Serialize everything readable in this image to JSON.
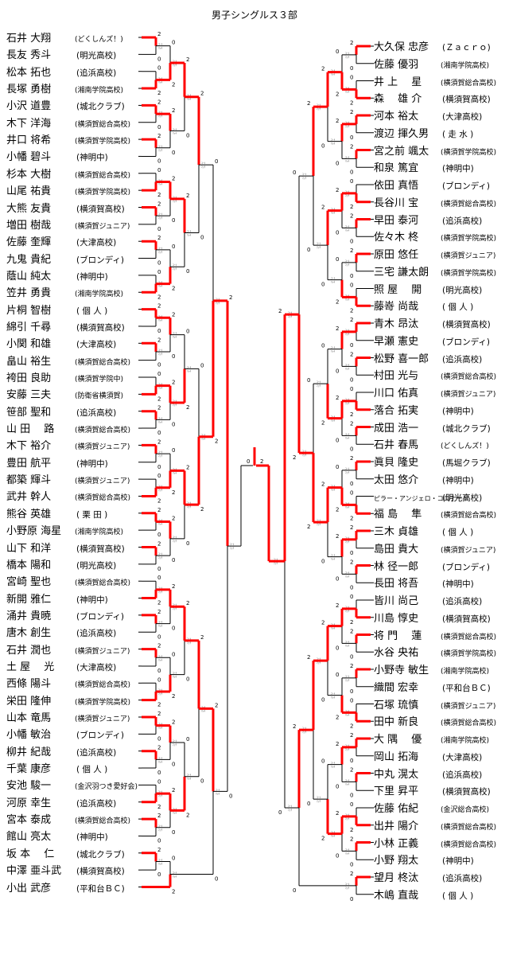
{
  "title": "男子シングルス３部",
  "colors": {
    "winner_line": "#ff0000",
    "loser_line": "#000000"
  },
  "left_players": [
    {
      "name": "石井 大翔",
      "club": "(どくしんズ！)"
    },
    {
      "name": "長友 秀斗",
      "club": "(明光高校)"
    },
    {
      "name": "松本 拓也",
      "club": "(追浜高校)"
    },
    {
      "name": "長塚 勇樹",
      "club": "(湘南学院高校)"
    },
    {
      "name": "小沢 道豊",
      "club": "(城北クラブ)"
    },
    {
      "name": "木下 洋海",
      "club": "(横須賀総合高校)"
    },
    {
      "name": "井口 将希",
      "club": "(横須賀学院高校)"
    },
    {
      "name": "小幡 碧斗",
      "club": "(神明中)"
    },
    {
      "name": "杉本 大樹",
      "club": "(横須賀総合高校)"
    },
    {
      "name": "山尾 祐貴",
      "club": "(横須賀学院高校)"
    },
    {
      "name": "大熊 友貴",
      "club": "(横須賀高校)"
    },
    {
      "name": "増田 樹哉",
      "club": "(横須賀ジュニア)"
    },
    {
      "name": "佐藤 奎輝",
      "club": "(大津高校)"
    },
    {
      "name": "九鬼 貴紀",
      "club": "(ブロンディ)"
    },
    {
      "name": "蔭山 純太",
      "club": "(神明中)"
    },
    {
      "name": "笠井 勇貴",
      "club": "(湘南学院高校)"
    },
    {
      "name": "片桐 智樹",
      "club": "( 個 人 )"
    },
    {
      "name": "綿引 千尋",
      "club": "(横須賀高校)"
    },
    {
      "name": "小関 和雄",
      "club": "(大津高校)"
    },
    {
      "name": "畠山 裕生",
      "club": "(横須賀総合高校)"
    },
    {
      "name": "袴田 良助",
      "club": "(横須賀学院中)"
    },
    {
      "name": "安藤 三夫",
      "club": "(防衛省横須賀)"
    },
    {
      "name": "笹部 聖和",
      "club": "(追浜高校)"
    },
    {
      "name": "山 田 　路",
      "club": "(横須賀総合高校)"
    },
    {
      "name": "木下 裕介",
      "club": "(横須賀ジュニア)"
    },
    {
      "name": "豊田 航平",
      "club": "(神明中)"
    },
    {
      "name": "都築 輝斗",
      "club": "(横須賀ジュニア)"
    },
    {
      "name": "武井 幹人",
      "club": "(横須賀総合高校)"
    },
    {
      "name": "熊谷 英雄",
      "club": "( 栗 田 )"
    },
    {
      "name": "小野原 海星",
      "club": "(湘南学院高校)"
    },
    {
      "name": "山下 和洋",
      "club": "(横須賀高校)"
    },
    {
      "name": "橋本 陽和",
      "club": "(明光高校)"
    },
    {
      "name": "宮崎 聖也",
      "club": "(横須賀総合高校)"
    },
    {
      "name": "新開 雅仁",
      "club": "(神明中)"
    },
    {
      "name": "涌井 貴暁",
      "club": "(ブロンディ)"
    },
    {
      "name": "唐木 創生",
      "club": "(追浜高校)"
    },
    {
      "name": "石井 潤也",
      "club": "(横須賀ジュニア)"
    },
    {
      "name": "土 屋 　光",
      "club": "(大津高校)"
    },
    {
      "name": "西條 陽斗",
      "club": "(横須賀総合高校)"
    },
    {
      "name": "栄田 隆伸",
      "club": "(横須賀学院高校)"
    },
    {
      "name": "山本 竜馬",
      "club": "(横須賀ジュニア)"
    },
    {
      "name": "小幡 敏治",
      "club": "(ブロンディ)"
    },
    {
      "name": "柳井 紀哉",
      "club": "(追浜高校)"
    },
    {
      "name": "千葉 康彦",
      "club": "( 個 人 )"
    },
    {
      "name": "安池 駿一",
      "club": "(金沢羽つき愛好会)"
    },
    {
      "name": "河原 幸生",
      "club": "(追浜高校)"
    },
    {
      "name": "宮本 泰成",
      "club": "(横須賀総合高校)"
    },
    {
      "name": "館山 亮太",
      "club": "(神明中)"
    },
    {
      "name": "坂 本 　仁",
      "club": "(城北クラブ)"
    },
    {
      "name": "中澤 亜斗武",
      "club": "(横須賀高校)"
    },
    {
      "name": "小出 武彦",
      "club": "(平和台ＢＣ)"
    }
  ],
  "right_players": [
    {
      "name": "大久保 忠彦",
      "club": "(Ｚａｃｒｏ)"
    },
    {
      "name": "佐藤 優羽",
      "club": "(湘南学院高校)"
    },
    {
      "name": "井 上 　星",
      "club": "(横須賀総合高校)"
    },
    {
      "name": "森 　雄 介",
      "club": "(横須賀高校)"
    },
    {
      "name": "河本 裕太",
      "club": "(大津高校)"
    },
    {
      "name": "渡辺 揮久男",
      "club": "( 走 水 )"
    },
    {
      "name": "宮之前 颯太",
      "club": "(横須賀学院高校)"
    },
    {
      "name": "和泉 篤宜",
      "club": "(神明中)"
    },
    {
      "name": "依田 真悟",
      "club": "(ブロンディ)"
    },
    {
      "name": "長谷川 宝",
      "club": "(横須賀総合高校)"
    },
    {
      "name": "早田 泰河",
      "club": "(追浜高校)"
    },
    {
      "name": "佐々木 柊",
      "club": "(横須賀学院高校)"
    },
    {
      "name": "原田 悠任",
      "club": "(横須賀ジュニア)"
    },
    {
      "name": "三宅 謙太朗",
      "club": "(横須賀学院高校)"
    },
    {
      "name": "照 屋 　開",
      "club": "(明光高校)"
    },
    {
      "name": "藤嵜 尚哉",
      "club": "( 個 人 )"
    },
    {
      "name": "青木 昂汰",
      "club": "(横須賀高校)"
    },
    {
      "name": "早瀬 憲史",
      "club": "(ブロンディ)"
    },
    {
      "name": "松野 喜一郎",
      "club": "(追浜高校)"
    },
    {
      "name": "村田 光与",
      "club": "(横須賀総合高校)"
    },
    {
      "name": "川口 佑真",
      "club": "(横須賀ジュニア)"
    },
    {
      "name": "落合 拓実",
      "club": "(神明中)"
    },
    {
      "name": "成田 浩一",
      "club": "(城北クラブ)"
    },
    {
      "name": "石井 春馬",
      "club": "(どくしんズ！)"
    },
    {
      "name": "眞貝 隆史",
      "club": "(馬堀クラブ)"
    },
    {
      "name": "太田 悠介",
      "club": "(神明中)"
    },
    {
      "name": "ピラー・アンジェロ・コロナード",
      "club": "(明光高校)"
    },
    {
      "name": "福 島 　隼",
      "club": "(横須賀総合高校)"
    },
    {
      "name": "三木 貞雄",
      "club": "( 個 人 )"
    },
    {
      "name": "島田 貴大",
      "club": "(横須賀ジュニア)"
    },
    {
      "name": "林 径一郎",
      "club": "(ブロンディ)"
    },
    {
      "name": "長田 将吾",
      "club": "(神明中)"
    },
    {
      "name": "皆川 尚己",
      "club": "(追浜高校)"
    },
    {
      "name": "川島 惇史",
      "club": "(横須賀高校)"
    },
    {
      "name": "将 門 　蓮",
      "club": "(横須賀総合高校)"
    },
    {
      "name": "水谷 央祐",
      "club": "(横須賀学院高校)"
    },
    {
      "name": "小野寺 敏生",
      "club": "(湘南学院高校)"
    },
    {
      "name": "織間 宏幸",
      "club": "(平和台ＢＣ)"
    },
    {
      "name": "石塚 琉慎",
      "club": "(横須賀ジュニア)"
    },
    {
      "name": "田中 新良",
      "club": "(横須賀総合高校)"
    },
    {
      "name": "大 隅 　優",
      "club": "(湘南学院高校)"
    },
    {
      "name": "岡山 拓海",
      "club": "(大津高校)"
    },
    {
      "name": "中丸 滉太",
      "club": "(追浜高校)"
    },
    {
      "name": "下里 昇平",
      "club": "(横須賀高校)"
    },
    {
      "name": "佐藤 佑紀",
      "club": "(金沢総合高校)"
    },
    {
      "name": "出井 陽介",
      "club": "(横須賀総合高校)"
    },
    {
      "name": "小林 正義",
      "club": "(横須賀総合高校)"
    },
    {
      "name": "小野 翔太",
      "club": "(神明中)"
    },
    {
      "name": "望月 柊汰",
      "club": "(追浜高校)"
    },
    {
      "name": "木嶋 直哉",
      "club": "( 個 人 )"
    }
  ],
  "final": {
    "left_score": "0",
    "right_score": "2",
    "winner_side": "right"
  }
}
